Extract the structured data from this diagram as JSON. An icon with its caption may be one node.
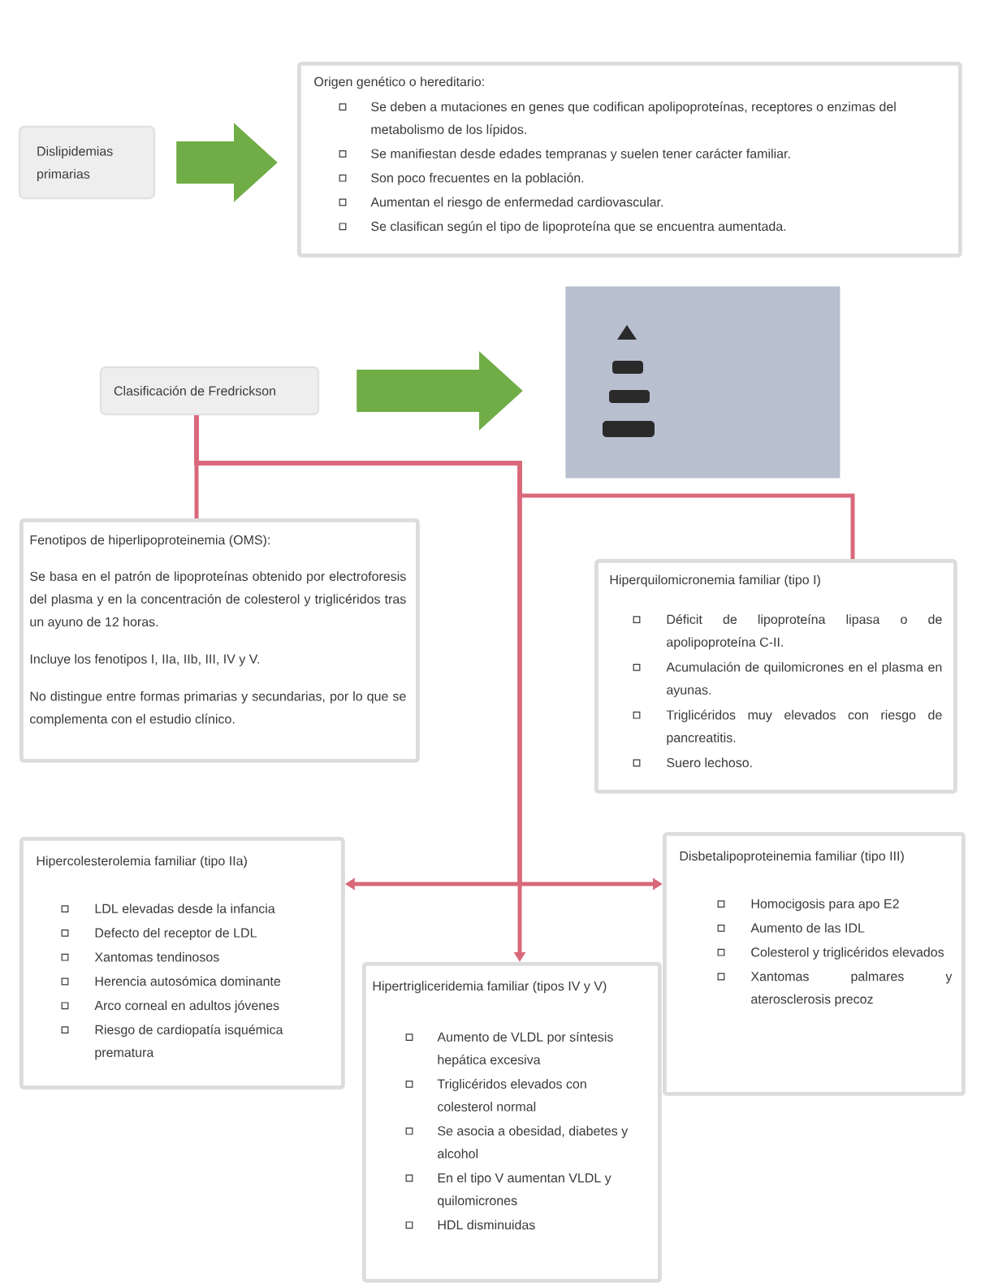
{
  "diagram": {
    "nodes": [
      {
        "text": [
          "Dislipidemias primarias"
        ]
      },
      {
        "text": [
          "Origen genético o hereditario:",
          "Se deben a mutaciones en genes que codifican apolipoproteínas, receptores o enzimas del metabolismo de los lípidos.",
          "Se manifiestan desde edades tempranas y suelen tener carácter familiar.",
          "Son poco frecuentes en la población.",
          "Aumentan el riesgo de enfermedad cardiovascular.",
          "Se clasifican según el tipo de lipoproteína que se encuentra aumentada."
        ]
      },
      {
        "text": [
          "Clasificación de Fredrickson"
        ]
      },
      {
        "text": [],
        "shape": "picture"
      },
      {
        "text": [
          "Fenotipos de hiperlipoproteinemia (OMS):",
          "Se basa en el patrón de lipoproteínas obtenido por electroforesis del plasma y en la concentración de colesterol y triglicéridos tras un ayuno de 12 horas.",
          "Incluye los fenotipos I, IIa, IIb, III, IV y V.",
          "No distingue entre formas primarias y secundarias, por lo que se complementa con el estudio clínico."
        ]
      },
      {
        "text": [
          "Hiperquilomicronemia familiar (tipo I)",
          "Déficit de lipoproteína lipasa o de apolipoproteína C-II.",
          "Acumulación de quilomicrones en el plasma en ayunas.",
          "Triglicéridos muy elevados con riesgo de pancreatitis.",
          "Suero lechoso."
        ]
      },
      {
        "text": [
          "Hipercolesterolemia familiar (tipo IIa)",
          "LDL elevadas desde la infancia",
          "Defecto del receptor de LDL",
          "Xantomas tendinosos",
          "Herencia autosómica dominante",
          "Arco corneal en adultos jóvenes",
          "Riesgo de cardiopatía isquémica prematura"
        ]
      },
      {
        "text": [
          "Disbetalipoproteinemia familiar (tipo III)",
          "Homocigosis para apo E2",
          "Aumento de las IDL",
          "Colesterol y triglicéridos elevados",
          "Xantomas palmares y aterosclerosis precoz"
        ]
      },
      {
        "text": [
          "Hipertrigliceridemia familiar (tipos IV y V)",
          "Aumento de VLDL por síntesis hepática excesiva",
          "Triglicéridos elevados con colesterol normal",
          "Se asocia a obesidad, diabetes y alcohol",
          "En el tipo V aumentan VLDL y quilomicrones",
          "HDL disminuidas"
        ]
      }
    ],
    "edges": [
      {
        "from": 0,
        "to": 1,
        "arrow": "to",
        "style": "thick",
        "color": "#70ad47"
      },
      {
        "from": 2,
        "to": 3,
        "arrow": "to",
        "style": "thick",
        "color": "#70ad47"
      },
      {
        "from": 2,
        "to": 4,
        "arrow": "none"
      },
      {
        "from": 2,
        "to": 5,
        "arrow": "none"
      },
      {
        "from": 2,
        "to": 6,
        "arrow": "to"
      },
      {
        "from": 2,
        "to": 7,
        "arrow": "to"
      },
      {
        "from": 2,
        "to": 8,
        "arrow": "to"
      }
    ]
  }
}
